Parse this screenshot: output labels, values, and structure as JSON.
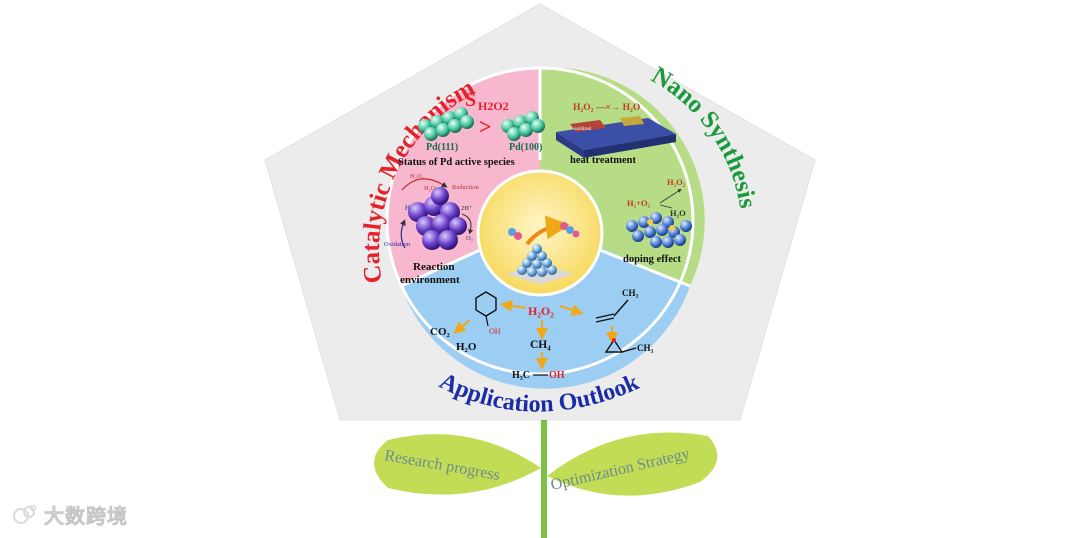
{
  "sections": {
    "catalytic": {
      "title": "Catalytic Mechanism",
      "selectivity_symbol": "S",
      "selectivity_sub": "H2O2",
      "compare_sign": ">",
      "facet_left": "Pd(111)",
      "facet_right": "Pd(100)",
      "status_caption": "Status of Pd active species",
      "reaction_caption_line1": "Reaction",
      "reaction_caption_line2": "environment",
      "labels": {
        "h2o2": "H₂O₂",
        "h2o": "H₂O",
        "reduction": "Reduction",
        "oxidation": "Oxidation",
        "twoH": "2H⁺",
        "h": "H",
        "o2": "O₂"
      },
      "color": "#e6212a"
    },
    "nano": {
      "title": "Nano Synthesis",
      "equation": "H₂O₂ —×→ H₂O",
      "heat_caption": "heat treatment",
      "oxidized_label": "oxidized",
      "doping_left": "H₂+O₂",
      "doping_top": "H₂O₂",
      "doping_bottom": "H₂O",
      "doping_caption": "doping effect",
      "color": "#1a9a3b"
    },
    "center": {
      "title": "Dream Catalysts"
    },
    "application": {
      "title": "Application Outlook",
      "h2o2": "H₂O₂",
      "oh": "OH",
      "co2": "CO₂",
      "h2o": "H₂O",
      "ch4": "CH₄",
      "methanol_left": "H₃C",
      "methanol_right": "OH",
      "ch3_top": "CH₃",
      "ch3_epox": "CH₃",
      "color": "#1a2ca6"
    }
  },
  "leaves": {
    "left": "Research progress",
    "right": "Optimization Strategy"
  },
  "colors": {
    "pentagon": "#ececec",
    "pink": "#f7b7cf",
    "green": "#b6dd86",
    "blue": "#9ccdf3",
    "center": "#fbe383",
    "leaf": "#c2dd55",
    "stem": "#7cc242"
  },
  "watermark": "大数跨境"
}
